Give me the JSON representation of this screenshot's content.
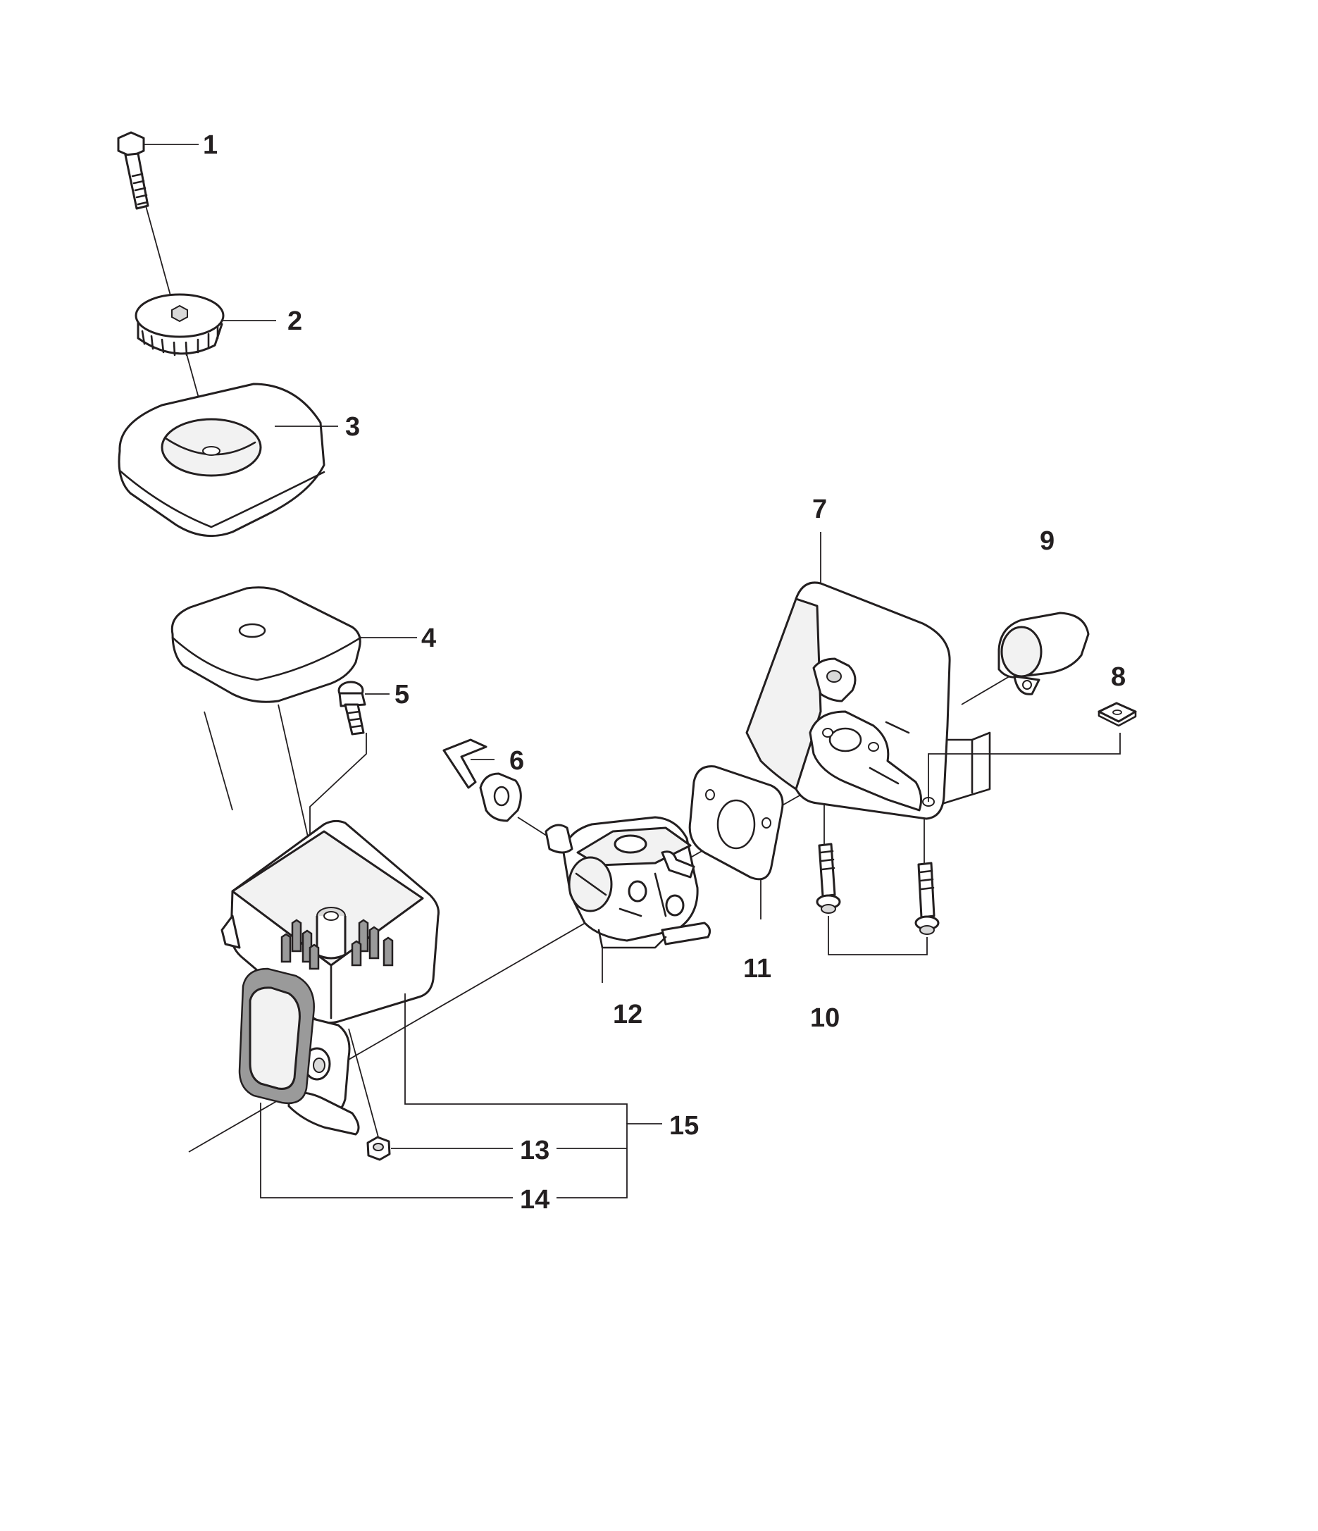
{
  "diagram": {
    "labels": [
      "1",
      "2",
      "3",
      "4",
      "5",
      "6",
      "7",
      "8",
      "9",
      "10",
      "11",
      "12",
      "13",
      "14",
      "15"
    ],
    "colors": {
      "line": "#231f20",
      "background": "#ffffff",
      "shade": "#d9d9d9"
    }
  }
}
